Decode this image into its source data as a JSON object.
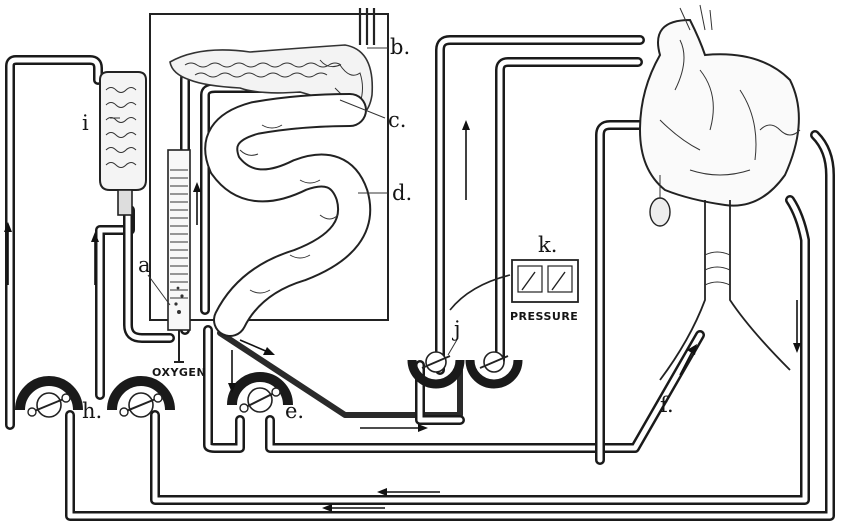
{
  "labels": {
    "a": "a",
    "b": "b.",
    "c": "c.",
    "d": "d.",
    "e": "e.",
    "f": "f.",
    "h": "h.",
    "i": "i",
    "j": "j",
    "k": "k."
  },
  "captions": {
    "oxygen": "OXYGEN",
    "pressure": "PRESSURE"
  }
}
